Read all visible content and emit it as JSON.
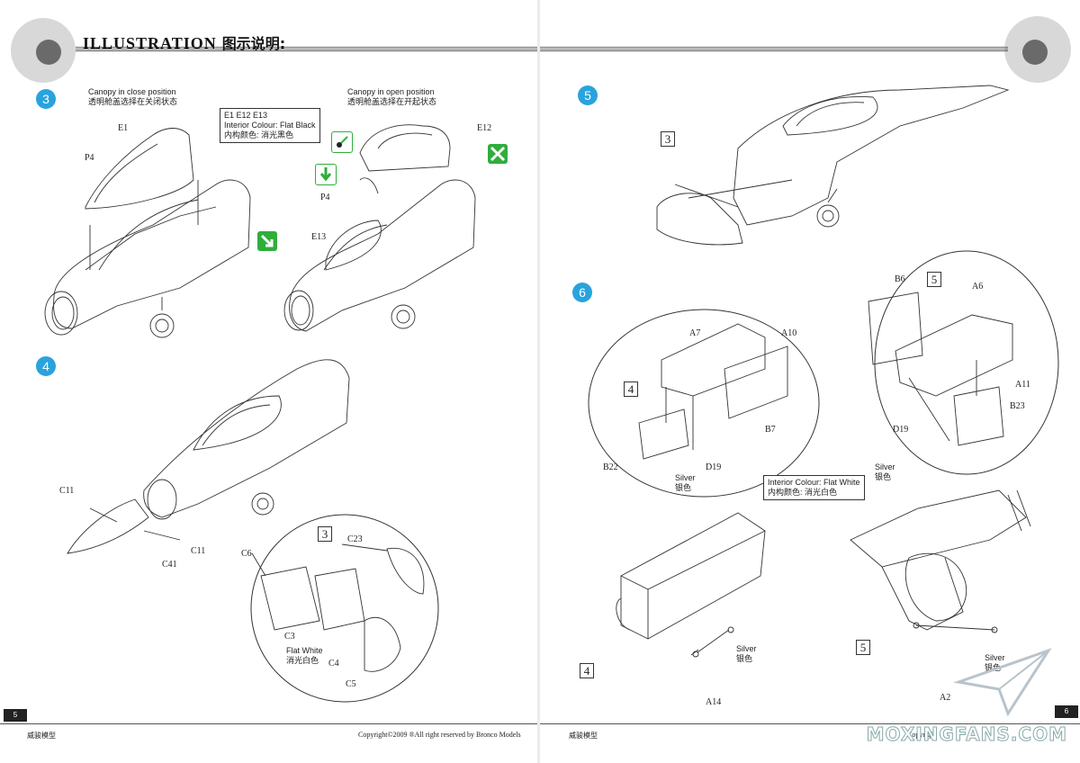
{
  "header": {
    "title": "ILLUSTRATION",
    "title_cn": "图示说明:"
  },
  "steps": {
    "s3": "3",
    "s4": "4",
    "s5": "5",
    "s6": "6"
  },
  "step3": {
    "closed_label": "Canopy in close position",
    "closed_label_cn": "透明舱盖选择在关闭状态",
    "open_label": "Canopy in open position",
    "open_label_cn": "透明舱盖选择在开起状态",
    "note_parts": "E1   E12   E13",
    "note_colour": "Interior Colour: Flat Black",
    "note_colour_cn": "内构颜色: 消光黑色",
    "parts": {
      "e1": "E1",
      "p4a": "P4",
      "e12": "E12",
      "p4b": "P4",
      "e13": "E13"
    }
  },
  "step4": {
    "parts": {
      "c11a": "C11",
      "c11b": "C11",
      "c41": "C41",
      "c6": "C6",
      "c23": "C23",
      "c3": "C3",
      "c4": "C4",
      "c5": "C5"
    },
    "ref": "3",
    "colour": "Flat White",
    "colour_cn": "消光白色"
  },
  "step5": {
    "ref": "3"
  },
  "step6": {
    "parts": {
      "a7": "A7",
      "a10": "A10",
      "b7": "B7",
      "b22": "B22",
      "d19a": "D19",
      "b6": "B6",
      "a6": "A6",
      "a11": "A11",
      "b23": "B23",
      "d19b": "D19",
      "a14": "A14",
      "a2": "A2"
    },
    "refs": {
      "r4a": "4",
      "r5a": "5",
      "r4b": "4",
      "r5b": "5"
    },
    "silver": "Silver",
    "silver_cn": "银色",
    "interior": "Interior Colour: Flat White",
    "interior_cn": "内构颜色: 消光白色"
  },
  "footer": {
    "brand_cn": "威骏模型",
    "copyright": "Copyright©2009  ®All right reserved by Bronco Models",
    "copyright_right": "Copyright",
    "page_left": "5",
    "page_right": "6",
    "watermark": "MOXINGFANS.COM"
  },
  "colors": {
    "step": "#29a3dd",
    "green_icon": "#2fae3c"
  }
}
